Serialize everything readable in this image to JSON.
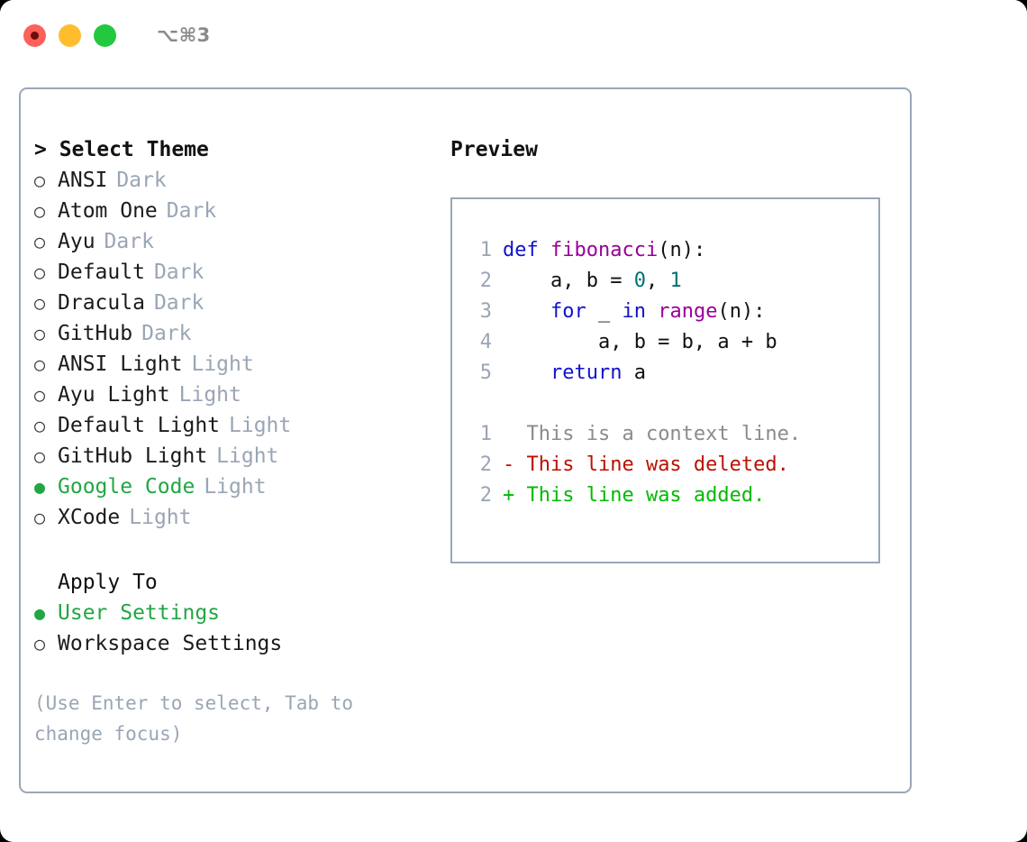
{
  "titlebar": {
    "shortcut": "⌥⌘3",
    "lights": [
      {
        "name": "close",
        "color": "#fd6159"
      },
      {
        "name": "minimize",
        "color": "#ffbd2e"
      },
      {
        "name": "maximize",
        "color": "#22c93f"
      }
    ]
  },
  "theme_picker": {
    "heading": "> Select Theme",
    "bullet_on": "●",
    "bullet_off": "○",
    "items": [
      {
        "label": "ANSI",
        "tag": "Dark",
        "selected": false
      },
      {
        "label": "Atom One",
        "tag": "Dark",
        "selected": false
      },
      {
        "label": "Ayu",
        "tag": "Dark",
        "selected": false
      },
      {
        "label": "Default",
        "tag": "Dark",
        "selected": false
      },
      {
        "label": "Dracula",
        "tag": "Dark",
        "selected": false
      },
      {
        "label": "GitHub",
        "tag": "Dark",
        "selected": false
      },
      {
        "label": "ANSI Light",
        "tag": "Light",
        "selected": false
      },
      {
        "label": "Ayu Light",
        "tag": "Light",
        "selected": false
      },
      {
        "label": "Default Light",
        "tag": "Light",
        "selected": false
      },
      {
        "label": "GitHub Light",
        "tag": "Light",
        "selected": false
      },
      {
        "label": "Google Code",
        "tag": "Light",
        "selected": true
      },
      {
        "label": "XCode",
        "tag": "Light",
        "selected": false
      }
    ]
  },
  "apply_to": {
    "heading": "Apply To",
    "items": [
      {
        "label": "User Settings",
        "selected": true
      },
      {
        "label": "Workspace Settings",
        "selected": false
      }
    ]
  },
  "hint": "(Use Enter to select, Tab to change focus)",
  "preview": {
    "heading": "Preview",
    "code_lines": [
      {
        "number": "1",
        "tokens": [
          {
            "text": "def ",
            "type": "kw"
          },
          {
            "text": "fibonacci",
            "type": "fn"
          },
          {
            "text": "(n):",
            "type": "pl"
          }
        ]
      },
      {
        "number": "2",
        "tokens": [
          {
            "text": "    a, b = ",
            "type": "pl"
          },
          {
            "text": "0",
            "type": "num"
          },
          {
            "text": ", ",
            "type": "pl"
          },
          {
            "text": "1",
            "type": "num"
          }
        ]
      },
      {
        "number": "3",
        "tokens": [
          {
            "text": "    ",
            "type": "pl"
          },
          {
            "text": "for",
            "type": "kw"
          },
          {
            "text": " _ ",
            "type": "pl"
          },
          {
            "text": "in",
            "type": "kw"
          },
          {
            "text": " ",
            "type": "pl"
          },
          {
            "text": "range",
            "type": "fn"
          },
          {
            "text": "(n):",
            "type": "pl"
          }
        ]
      },
      {
        "number": "4",
        "tokens": [
          {
            "text": "        a, b = b, a + b",
            "type": "pl"
          }
        ]
      },
      {
        "number": "5",
        "tokens": [
          {
            "text": "    ",
            "type": "pl"
          },
          {
            "text": "return",
            "type": "kw"
          },
          {
            "text": " a",
            "type": "pl"
          }
        ]
      }
    ],
    "diff_lines": [
      {
        "number": "1",
        "marker": " ",
        "text": " This is a context line.",
        "kind": "ctx"
      },
      {
        "number": "2",
        "marker": "-",
        "text": " This line was deleted.",
        "kind": "del"
      },
      {
        "number": "2",
        "marker": "+",
        "text": " This line was added.",
        "kind": "add"
      }
    ]
  },
  "colors": {
    "accent_green": "#22a644",
    "border": "#9aa6b8",
    "muted": "#9aa5b5",
    "keyword": "#1212cc",
    "function": "#990099",
    "number": "#007070",
    "diff_deleted": "#bb1100",
    "diff_added": "#00bb00",
    "diff_context": "#8b8b8b"
  }
}
